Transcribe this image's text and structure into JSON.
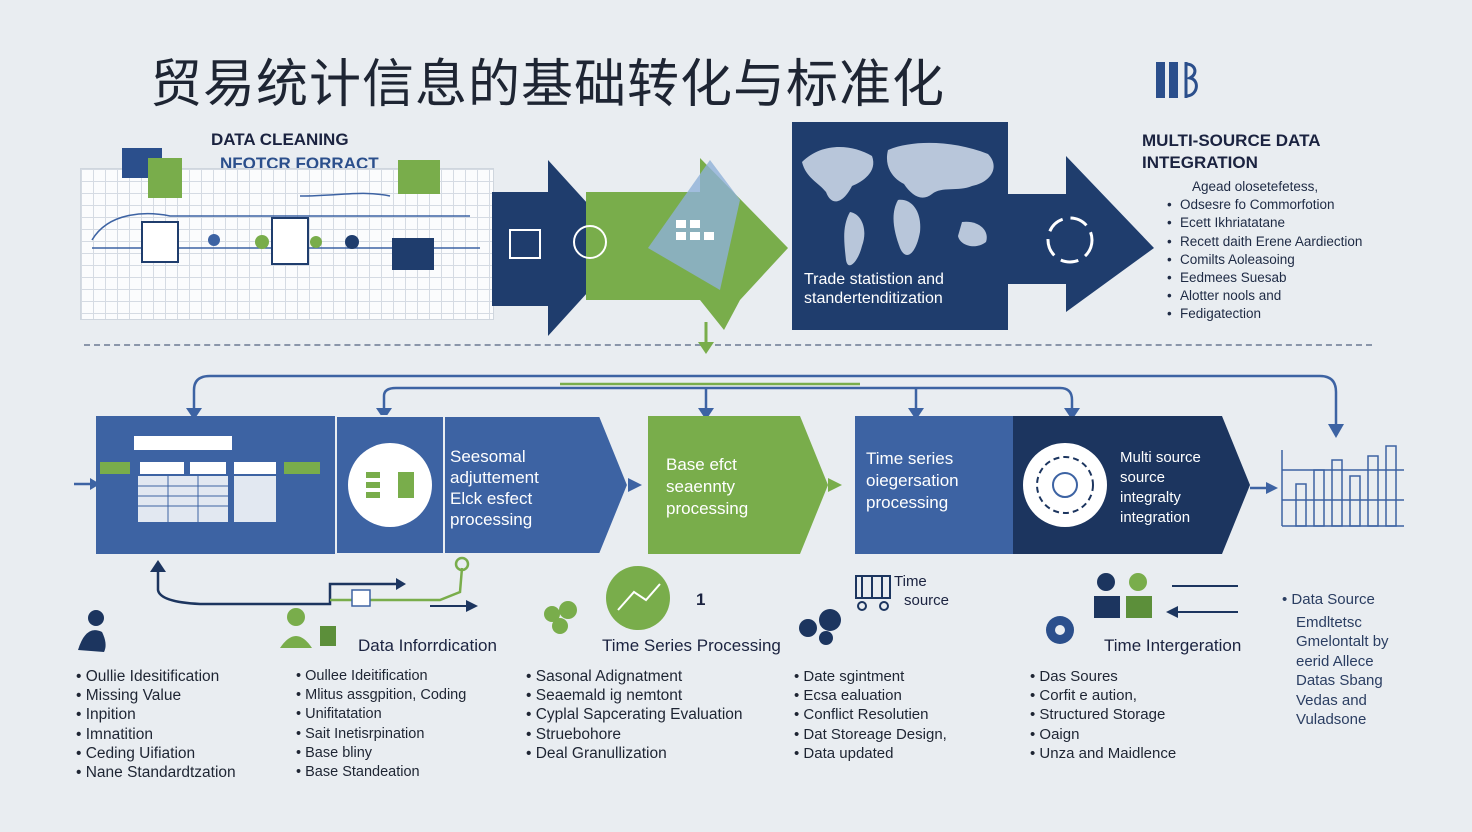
{
  "title": "贸易统计信息的基础转化与标准化",
  "top": {
    "cleaning_label": "DATA CLEANING",
    "format_label": "NFOTCR FORRACT",
    "map_text_lines": [
      "Trade statistion and",
      "standertenditization"
    ],
    "multisource_title_lines": [
      "MULTI-SOURCE DATA",
      "INTEGRATION"
    ],
    "multisource_intro": "Agead olosetefetess,",
    "multisource_items": [
      "Odsesre fo Commorfotion",
      "Ecett Ikhriatatane",
      "Recett daith Erene Aardiection",
      "Comilts Aoleasoing",
      "Eedmees Suesab",
      "Alotter nools and",
      "Fedigatection"
    ]
  },
  "flow": {
    "stage_seasonal": [
      "Seesomal",
      "adjuttement",
      "Elck esfect",
      "processing"
    ],
    "stage_base": [
      "Base efct",
      "seaennty",
      "processing"
    ],
    "stage_timeseries": [
      "Time series",
      "oiegersation",
      "processing"
    ],
    "stage_multisource": [
      "Multi source",
      "source",
      "integralty",
      "integration"
    ]
  },
  "columns": [
    {
      "heading": "",
      "items": [
        "Oullie Idesitification",
        "Missing Value",
        "Inpition",
        "Imnatition",
        "Ceding Uifiation",
        "Nane Standardtzation"
      ]
    },
    {
      "heading": "Data Inforrdication",
      "items": [
        "Oullee Ideitification",
        "Mlitus assgpition, Coding",
        "Unifitatation",
        "Sait Inetisrpination",
        "Base bliny",
        "Base Standeation"
      ]
    },
    {
      "heading": "Time Series Processing",
      "badge": "1",
      "items": [
        "Sasonal Adignatment",
        "Seaemald ig nemtont",
        "Cyplal Sapcerating Evaluation",
        "Struebohore",
        "Deal Granullization"
      ]
    },
    {
      "heading_lines": [
        "Time",
        "source"
      ],
      "items": [
        "Date sgintment",
        "Ecsa ealuation",
        "Conflict Resolutien",
        "Dat Storeage Design,",
        "Data updated"
      ]
    },
    {
      "heading": "Time Intergeration",
      "items": [
        "Das Soures",
        "Corfit e aution,",
        "Structured Storage",
        "Oaign",
        "Unza and Maidlence"
      ]
    }
  ],
  "right_list": [
    "• Data Source",
    "Emdltetsc",
    "Gmelontalt by",
    "eerid Allece",
    "Datas Sbang",
    "Vedas and",
    "Vuladsone"
  ],
  "colors": {
    "navy": "#1f3d6d",
    "blue": "#3d63a3",
    "green": "#79ad4b",
    "dark_navy": "#1c355f",
    "background": "#e9edf1"
  }
}
